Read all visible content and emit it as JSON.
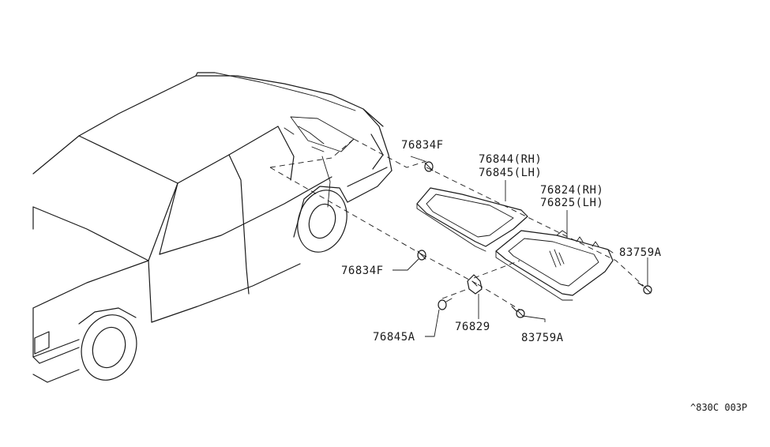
{
  "diagram": {
    "parts": {
      "p76834f_upper": "76834F",
      "p76844": "76844(RH)",
      "p76845": "76845(LH)",
      "p76824": "76824(RH)",
      "p76825": "76825(LH)",
      "p83759a_right": "83759A",
      "p76834f_lower": "76834F",
      "p76845a": "76845A",
      "p76829": "76829",
      "p83759a_lower": "83759A"
    },
    "reference_code": "^830C 003P"
  }
}
